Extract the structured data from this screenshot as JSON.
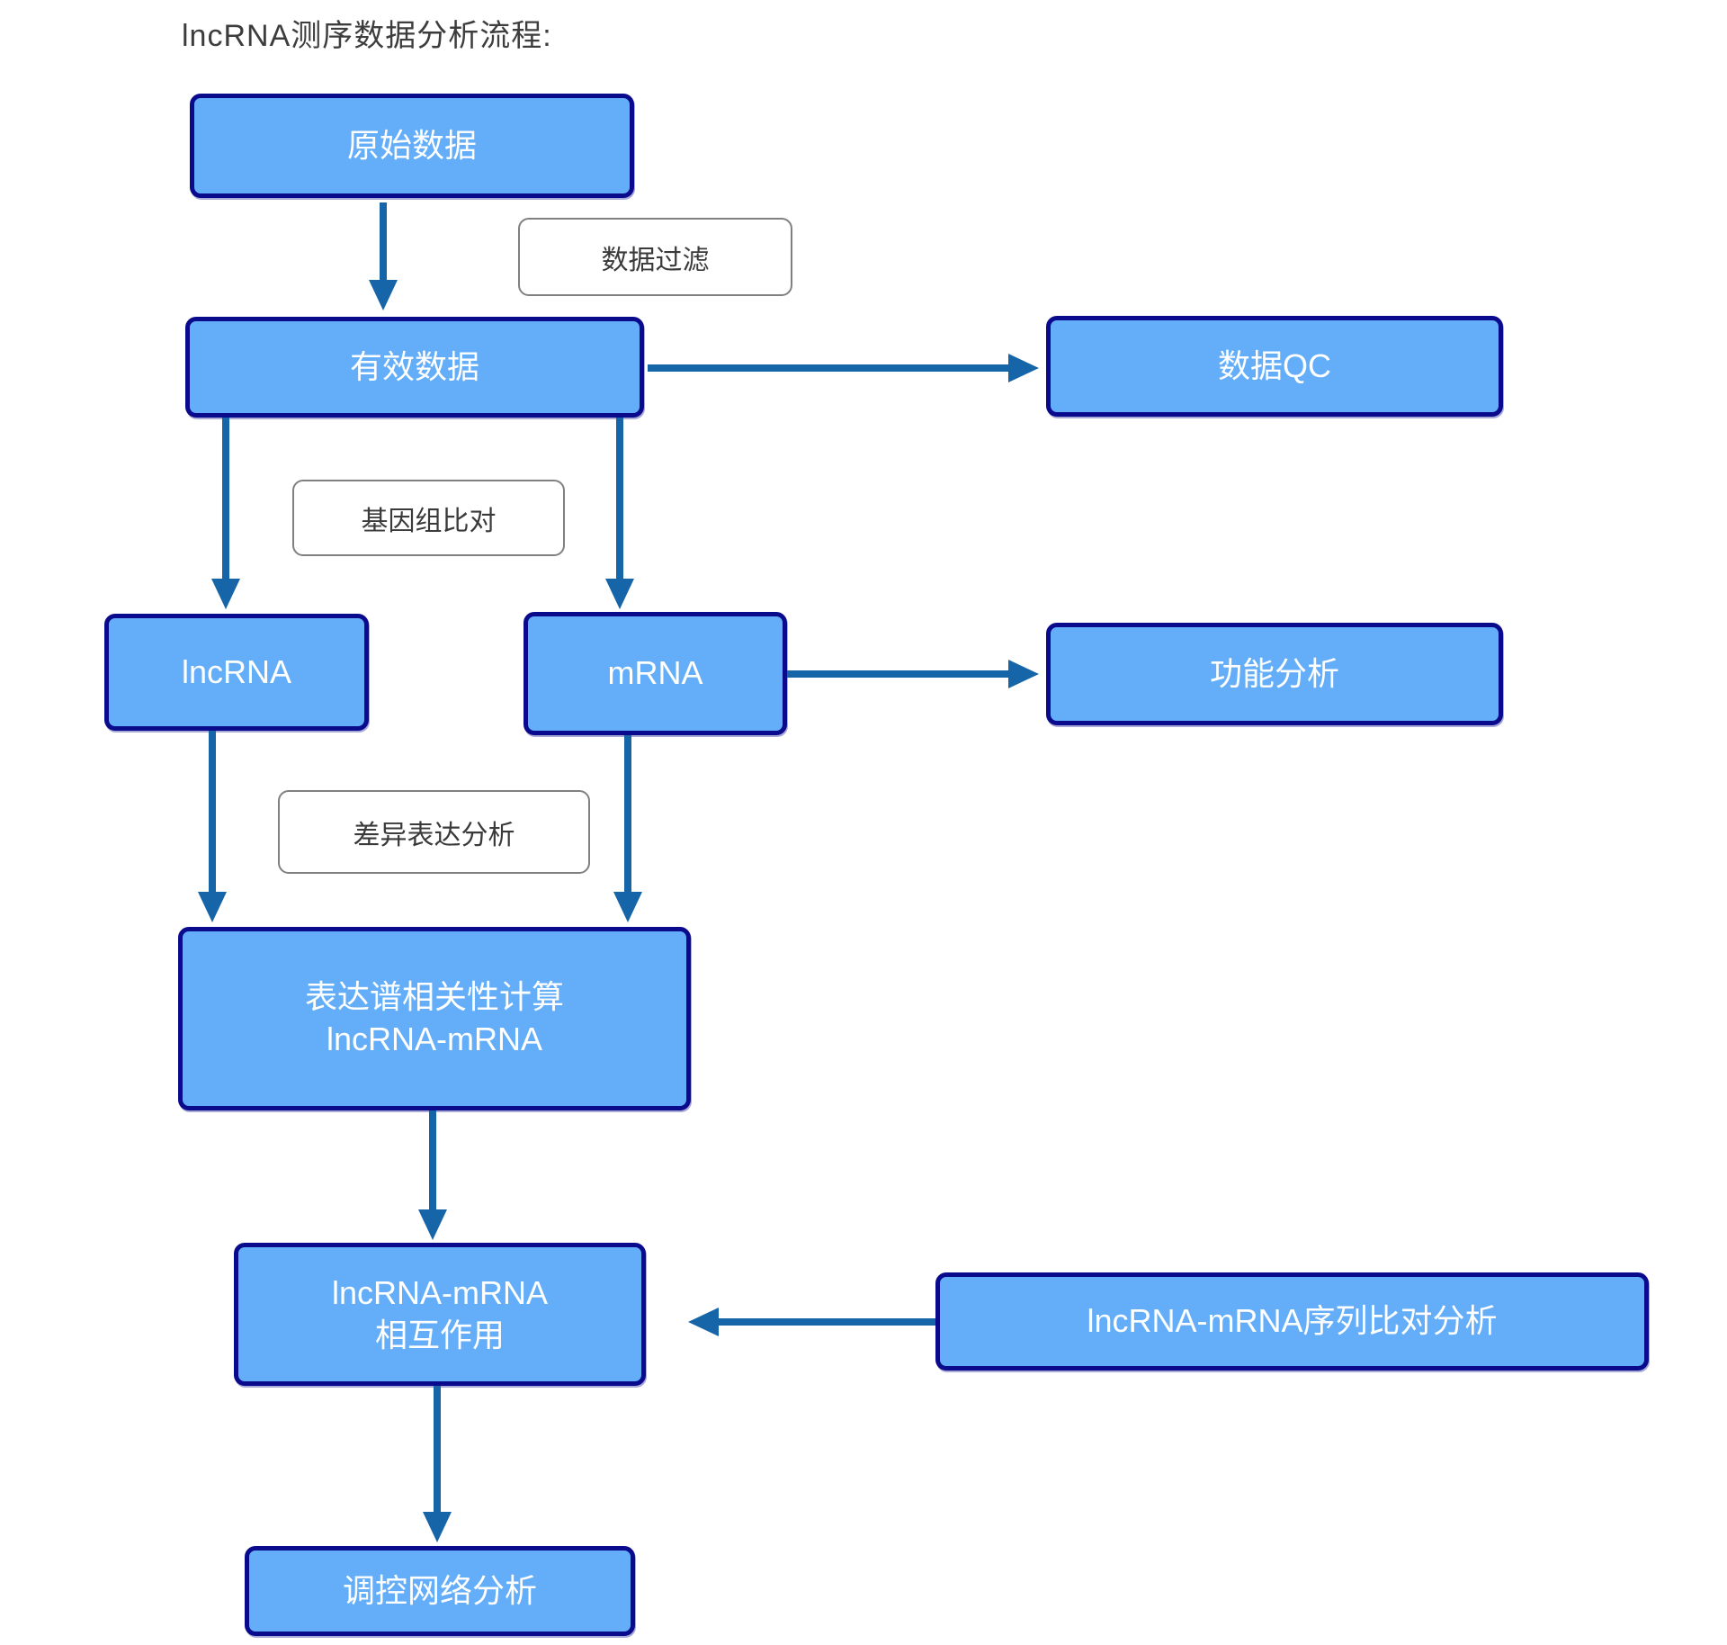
{
  "title": "lncRNA测序数据分析流程:",
  "colors": {
    "node_fill": "#64AEF9",
    "node_border": "#0A0A8C",
    "node_text": "#FFFFFF",
    "arrow": "#1565A8",
    "edge_label_border": "#808080",
    "edge_label_text": "#3A3A3A",
    "title_text": "#3D3D3D"
  },
  "nodes": {
    "raw_data": {
      "label": "原始数据"
    },
    "valid_data": {
      "label": "有效数据"
    },
    "data_qc": {
      "label": "数据QC"
    },
    "lncrna": {
      "label": "lncRNA"
    },
    "mrna": {
      "label": "mRNA"
    },
    "func_analysis": {
      "label": "功能分析"
    },
    "corr_calc": {
      "line1": "表达谱相关性计算",
      "line2": "lncRNA-mRNA"
    },
    "interaction": {
      "line1": "lncRNA-mRNA",
      "line2": "相互作用"
    },
    "seq_align": {
      "label": "lncRNA-mRNA序列比对分析"
    },
    "network": {
      "label": "调控网络分析"
    }
  },
  "edge_labels": {
    "filter": "数据过滤",
    "genome_align": "基因组比对",
    "diff_expr": "差异表达分析"
  }
}
